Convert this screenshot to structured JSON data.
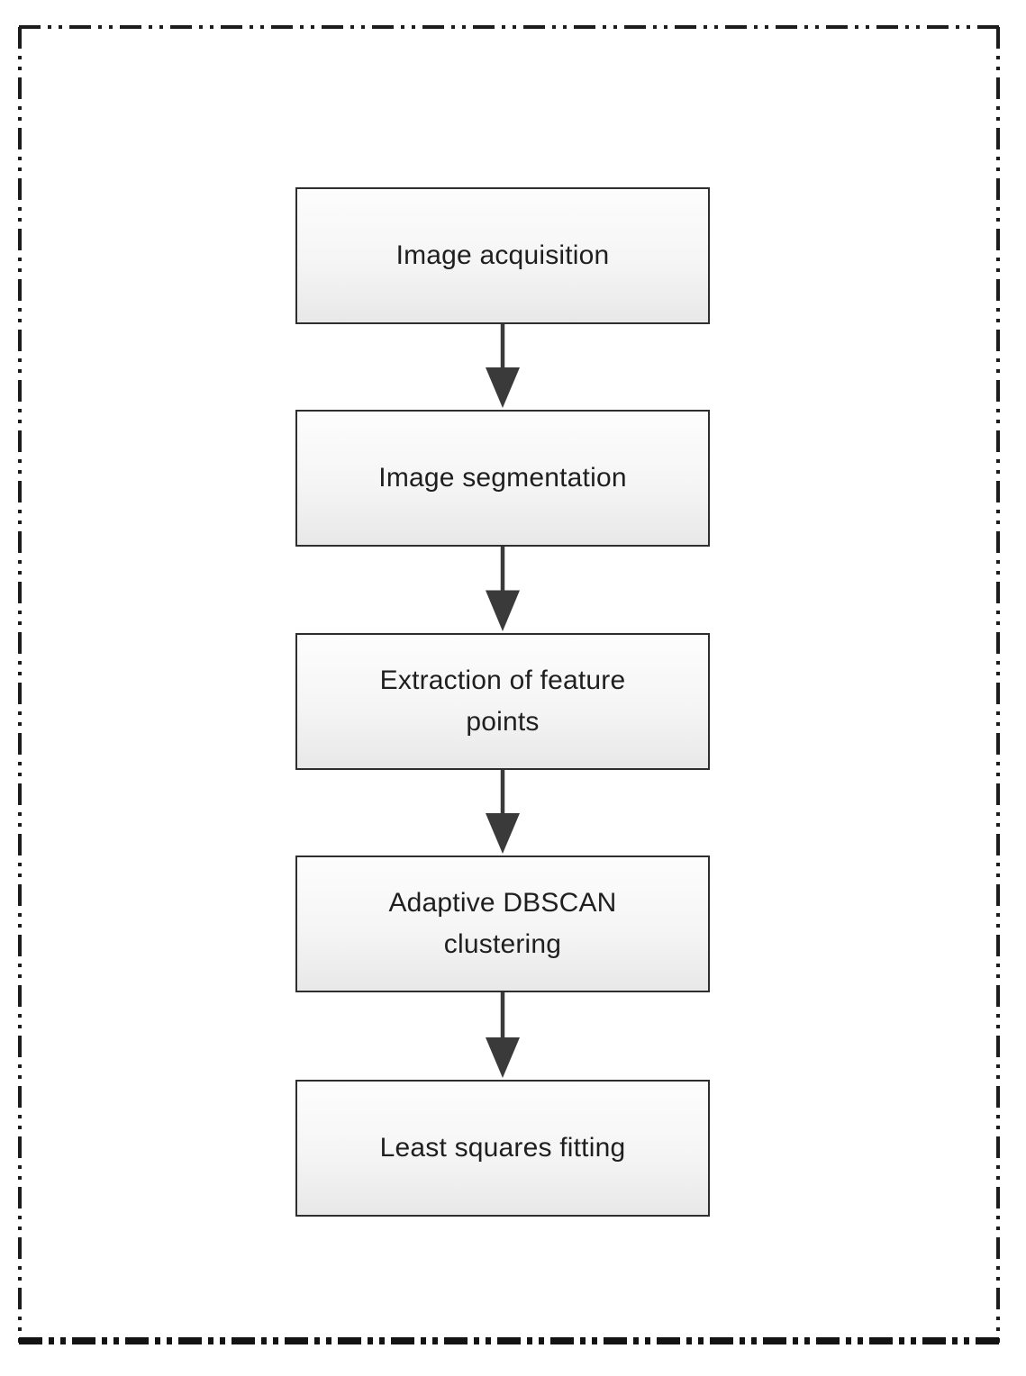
{
  "figure": {
    "type": "flowchart",
    "orientation": "vertical",
    "steps": [
      {
        "label": "Image acquisition"
      },
      {
        "label": "Image segmentation"
      },
      {
        "label": "Extraction of feature points"
      },
      {
        "label": "Adaptive DBSCAN clustering"
      },
      {
        "label": "Least squares fitting"
      }
    ],
    "connectors": [
      {
        "from": 0,
        "to": 1,
        "style": "arrow-down"
      },
      {
        "from": 1,
        "to": 2,
        "style": "arrow-down"
      },
      {
        "from": 2,
        "to": 3,
        "style": "arrow-down"
      },
      {
        "from": 3,
        "to": 4,
        "style": "arrow-down"
      }
    ],
    "frame": {
      "style": "dash-dot-dot",
      "color": "#1c1c1c"
    },
    "colors": {
      "background": "#ffffff",
      "box_border": "#2e2e2e",
      "box_fill_top": "#fdfdfd",
      "box_fill_bottom": "#e8e8e8",
      "arrow": "#3a3a3a",
      "text": "#1f1f1f"
    }
  }
}
